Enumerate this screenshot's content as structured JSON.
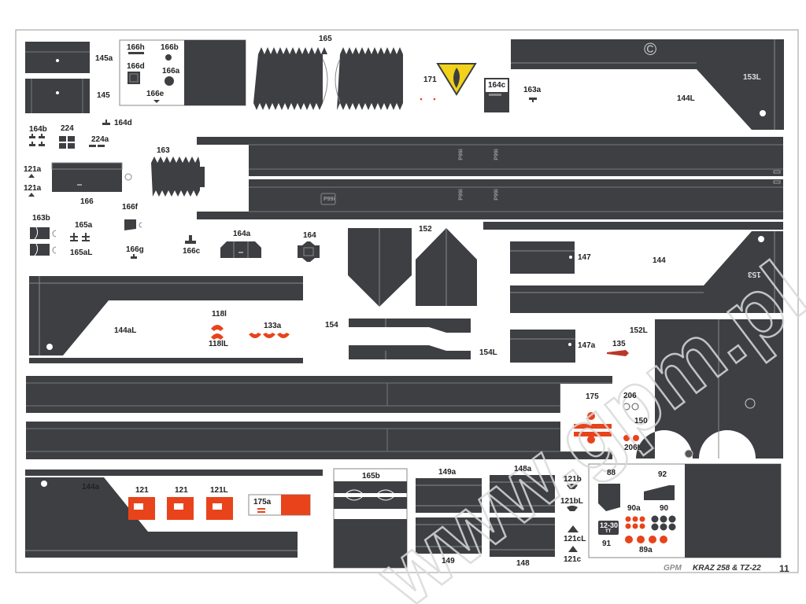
{
  "colors": {
    "part": "#3d3f43",
    "accent": "#e8431b",
    "yellow": "#f2d21a",
    "line": "#8a8c90",
    "sheet": "#ffffff"
  },
  "footer": {
    "brand": "GPM",
    "title": "KRAZ 258 & TZ-22",
    "page": "11"
  },
  "watermark": {
    "text": "www.gpm.pl",
    "symbol": "©"
  },
  "stencils": {
    "p991": "P99i",
    "p991b": "P99i",
    "p992": "P99i",
    "p993": "P99i",
    "p994": "P99i",
    "plate_top": "12-30",
    "plate_bottom": "TT"
  },
  "labels": {
    "l145a": "145a",
    "l145": "145",
    "l166h": "166h",
    "l166b": "166b",
    "l166d": "166d",
    "l166a": "166a",
    "l166e": "166e",
    "l165": "165",
    "l171": "171",
    "l164c": "164c",
    "l163a": "163a",
    "l153L": "153L",
    "l144L": "144L",
    "l164d": "164d",
    "l164b": "164b",
    "l224": "224",
    "l224a": "224a",
    "l163": "163",
    "l121a1": "121a",
    "l121a2": "121a",
    "l166": "166",
    "l166f": "166f",
    "l163b": "163b",
    "l165a": "165a",
    "l165aL": "165aL",
    "l166g": "166g",
    "l166c": "166c",
    "l164a": "164a",
    "l164": "164",
    "l152": "152",
    "l147": "147",
    "l144": "144",
    "l153": "153",
    "l144aL": "144aL",
    "l118l": "118l",
    "l118lL": "118lL",
    "l133a": "133a",
    "l154": "154",
    "l154L": "154L",
    "l147a": "147a",
    "l135": "135",
    "l152L": "152L",
    "l175": "175",
    "l206": "206",
    "l150": "150",
    "l206L": "206L",
    "l144a": "144a",
    "l121x1": "121",
    "l121x2": "121",
    "l121L": "121L",
    "l175a": "175a",
    "l165b": "165b",
    "l149a": "149a",
    "l148a": "148a",
    "l149": "149",
    "l148": "148",
    "l121b": "121b",
    "l121bL": "121bL",
    "l121cL": "121cL",
    "l121c": "121c",
    "l88": "88",
    "l92": "92",
    "l90a": "90a",
    "l90": "90",
    "l91": "91",
    "l89a": "89a"
  }
}
